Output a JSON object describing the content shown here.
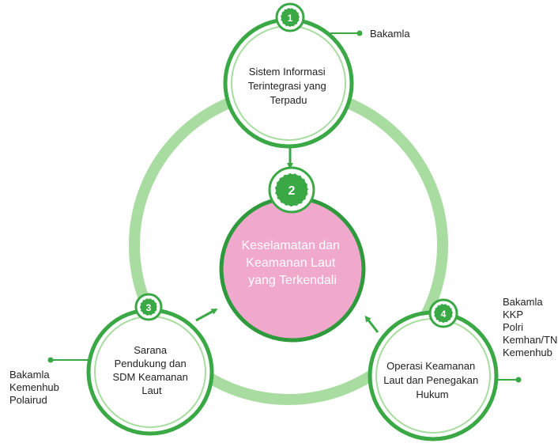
{
  "colors": {
    "dark_green": "#3aa844",
    "light_green": "#a8dca0",
    "badge_green": "#2e9a3c",
    "center_fill": "#f0a8cc",
    "center_stroke": "#2e9a3c",
    "text": "#222222"
  },
  "center": {
    "badge": "2",
    "lines": [
      "Keselamatan dan",
      "Keamanan Laut",
      "yang Terkendali"
    ]
  },
  "nodes": {
    "top": {
      "badge": "1",
      "lines": [
        "Sistem Informasi",
        "Terintegrasi yang",
        "Terpadu"
      ],
      "callout": [
        "Bakamla"
      ]
    },
    "left": {
      "badge": "3",
      "lines": [
        "Sarana",
        "Pendukung dan",
        "SDM Keamanan",
        "Laut"
      ],
      "callout": [
        "Bakamla",
        "Kemenhub",
        "Polairud"
      ]
    },
    "right": {
      "badge": "4",
      "lines": [
        "Operasi Keamanan",
        "Laut dan Penegakan",
        "Hukum"
      ],
      "callout": [
        "Bakamla",
        "KKP",
        "Polri",
        "Kemhan/TNI",
        "Kemenhub"
      ]
    }
  }
}
